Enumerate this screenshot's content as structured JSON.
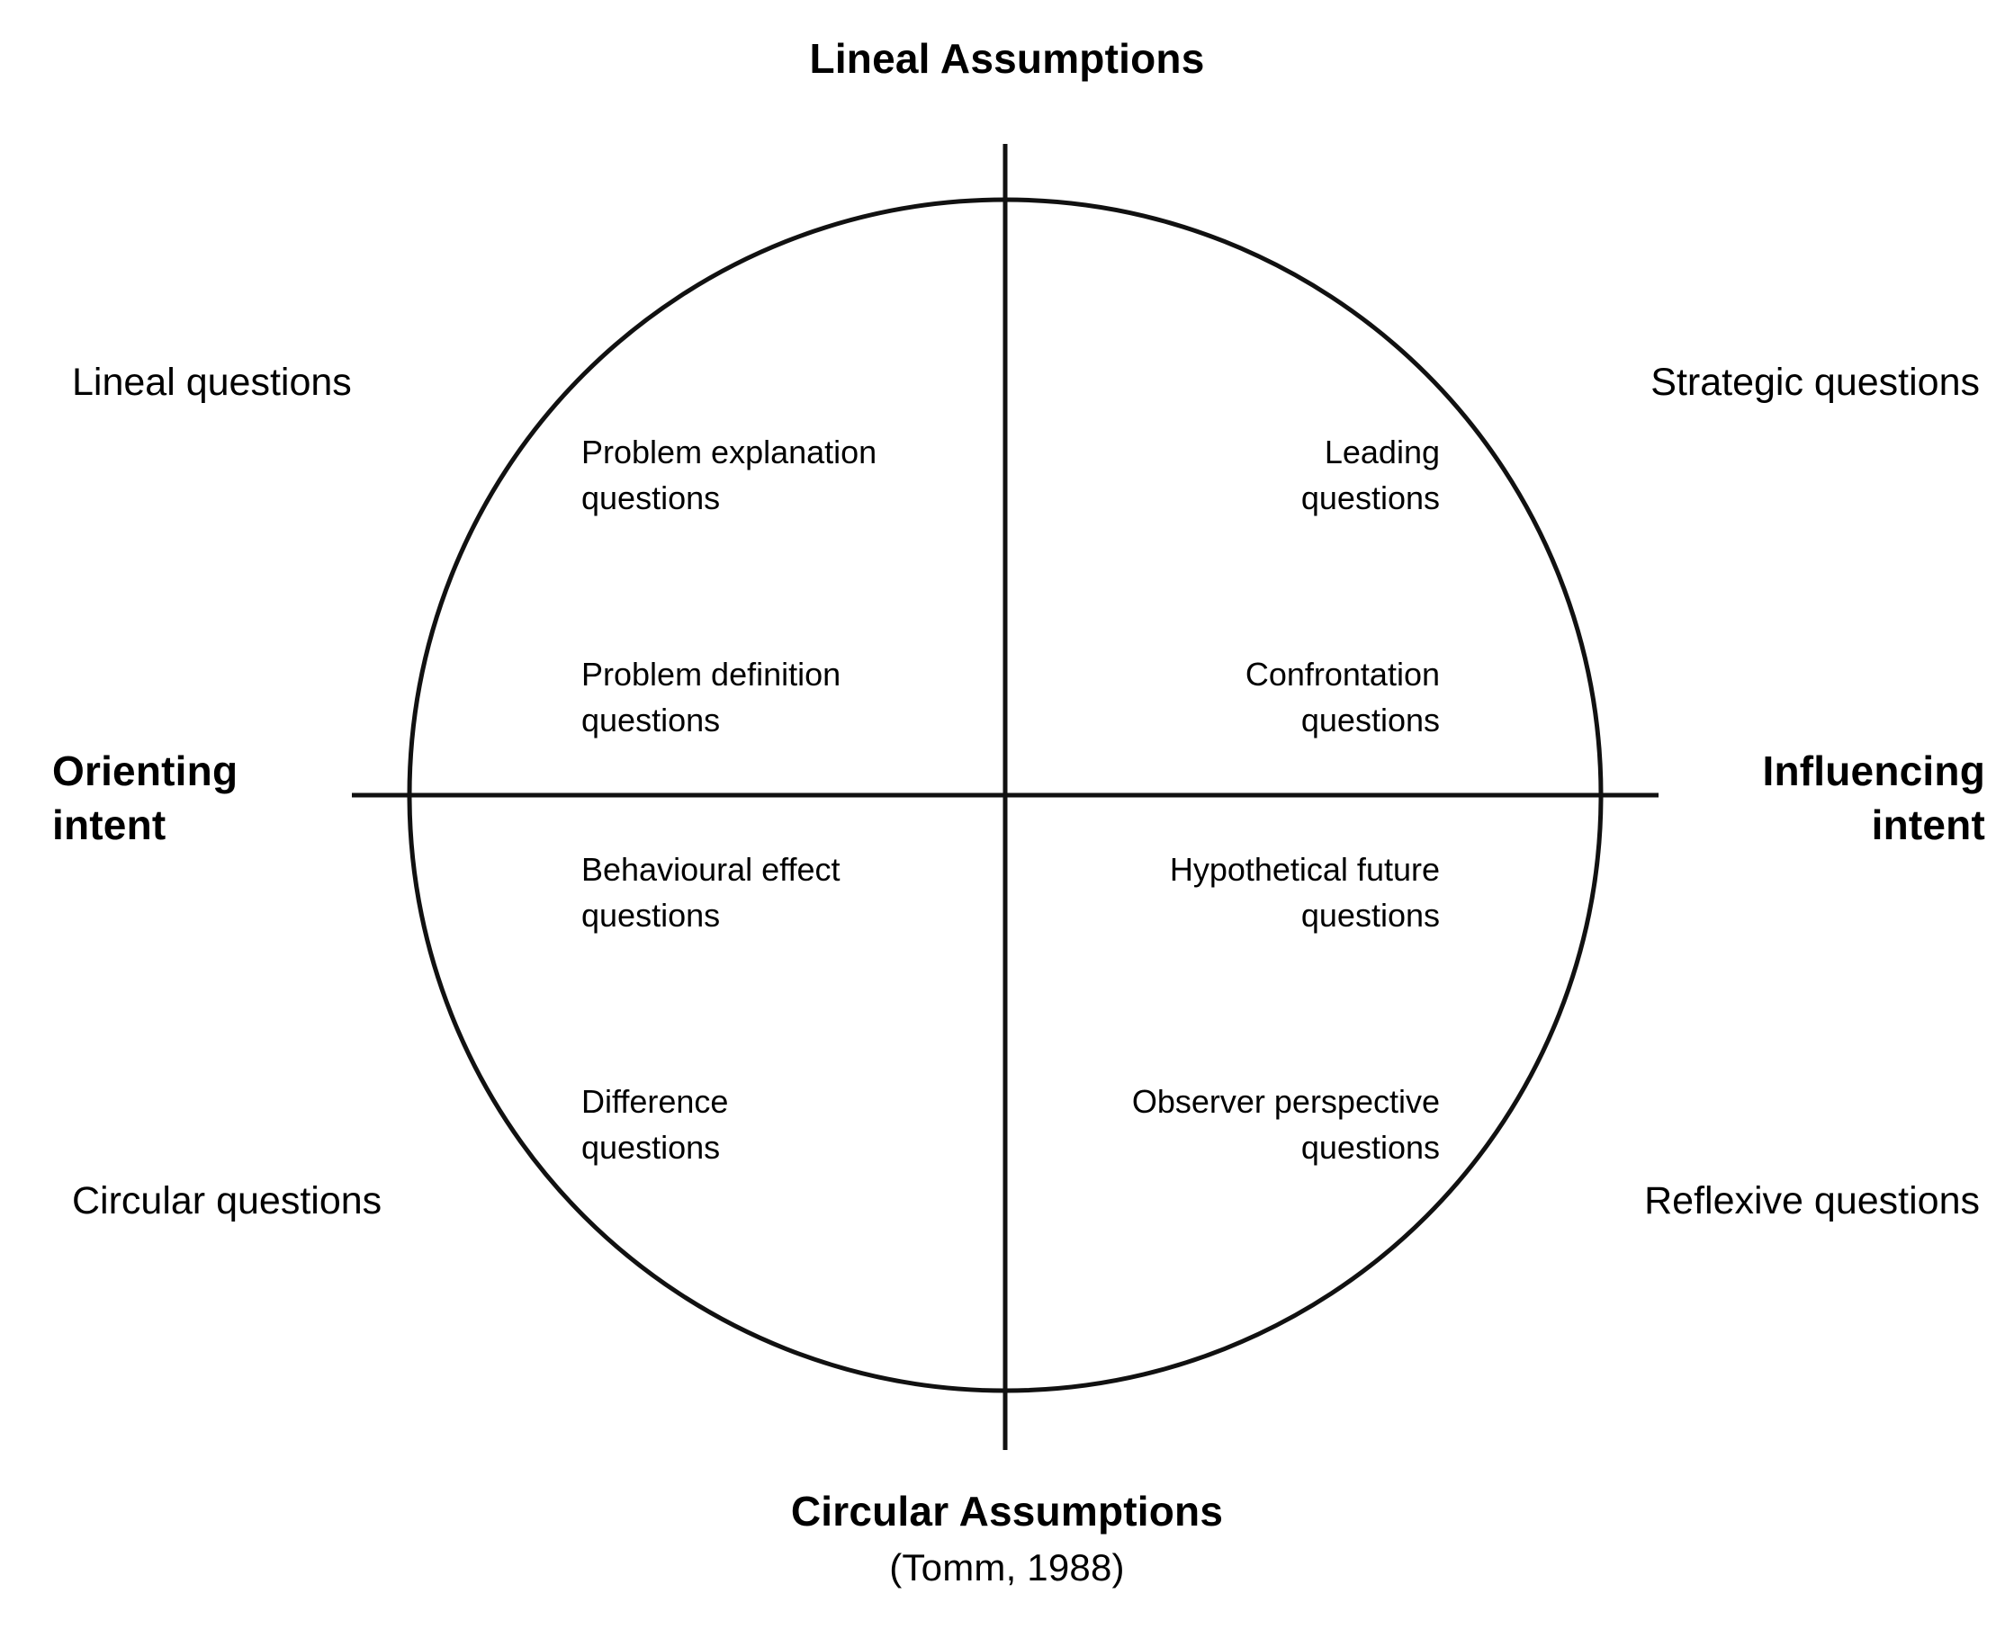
{
  "figure": {
    "type": "quadrant-diagram",
    "stroke_color": "#000000",
    "background_color": "#ffffff"
  },
  "axes": {
    "vertical": {
      "top_label": "Lineal Assumptions",
      "bottom_label": "Circular Assumptions",
      "source_note": "(Tomm, 1988)"
    },
    "horizontal": {
      "left_label": "Orienting\nintent",
      "right_label": "Influencing\nintent"
    }
  },
  "quadrants": {
    "top_left": {
      "family": "Lineal questions",
      "items": [
        "Problem explanation\nquestions",
        "Problem definition\nquestions"
      ]
    },
    "top_right": {
      "family": "Strategic questions",
      "items": [
        "Leading\nquestions",
        "Confrontation\nquestions"
      ]
    },
    "bottom_left": {
      "family": "Circular questions",
      "items": [
        "Behavioural effect\nquestions",
        "Difference\nquestions"
      ]
    },
    "bottom_right": {
      "family": "Reflexive questions",
      "items": [
        "Hypothetical future\nquestions",
        "Observer perspective\nquestions"
      ]
    }
  }
}
